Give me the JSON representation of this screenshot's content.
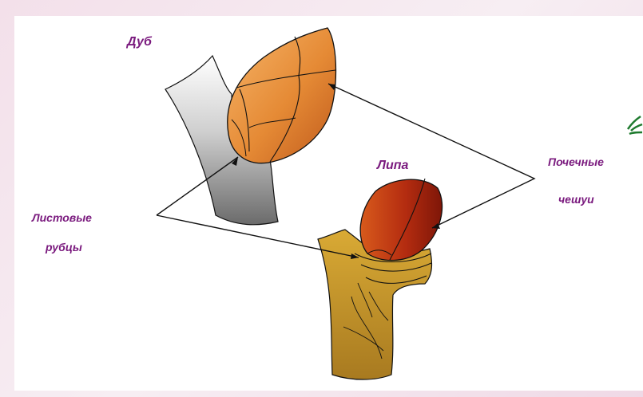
{
  "labels": {
    "oak": "Дуб",
    "linden": "Липа",
    "bud_scales_line1": "Почечные",
    "bud_scales_line2": "чешуи",
    "leaf_scars_line1": "Листовые",
    "leaf_scars_line2": "рубцы"
  },
  "colors": {
    "label_text": "#7a1a7e",
    "oak_bud": "#e8913a",
    "linden_bud": "#b02a10",
    "oak_twig": "#9a9a9a",
    "linden_twig": "#c89828"
  }
}
